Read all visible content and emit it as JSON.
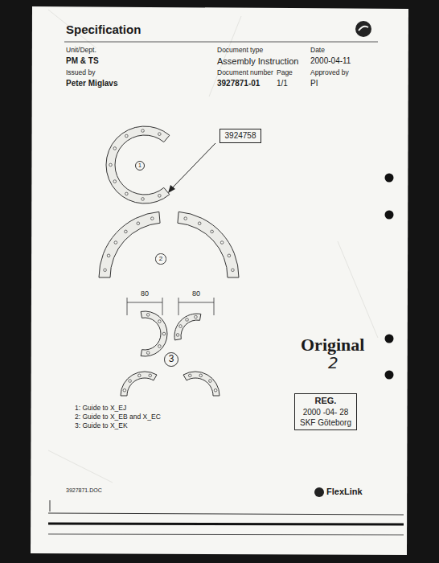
{
  "diagram": {
    "title": "Specification",
    "nodes": [
      {
        "text": [
          "3924758"
        ]
      },
      {
        "text": [
          "1"
        ]
      },
      {
        "text": [
          "2"
        ]
      },
      {
        "text": [
          "3"
        ]
      },
      {
        "text": [
          "REG.",
          "2000 -04- 28",
          "SKF Göteborg"
        ]
      }
    ],
    "labels": [
      "Unit/Dept.",
      "PM & TS",
      "Document type",
      "Assembly Instruction",
      "Date",
      "2000-04-11",
      "Issued by",
      "Peter Miglavs",
      "Document number",
      "3927871-01",
      "Page",
      "1/1",
      "Approved by",
      "PI",
      "80",
      "80",
      "Original",
      "2",
      "1: Guide to X_EJ",
      "2: Guide to X_EB and X_EC",
      "3: Guide to X_EK",
      "3927871.DOC",
      "FlexLink"
    ]
  }
}
